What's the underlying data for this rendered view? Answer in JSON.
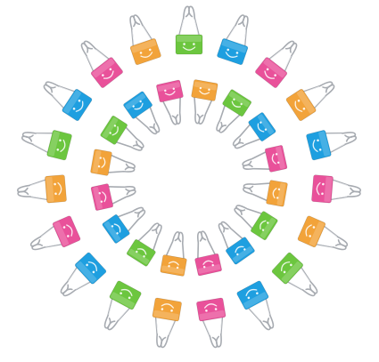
{
  "photo": {
    "subject": "",
    "background": "#ffffff"
  },
  "palette": {
    "pink": "#e9519a",
    "orange": "#f2a33a",
    "blue": "#1e9fe0",
    "green": "#6cc63f"
  },
  "outer_ring": {
    "clips": [
      {
        "color": "green",
        "face": "smile"
      },
      {
        "color": "blue",
        "face": "smile"
      },
      {
        "color": "pink",
        "face": "smile"
      },
      {
        "color": "orange",
        "face": "smile"
      },
      {
        "color": "blue",
        "face": "smile"
      },
      {
        "color": "pink",
        "face": "smile"
      },
      {
        "color": "orange",
        "face": "smile"
      },
      {
        "color": "green",
        "face": "smile"
      },
      {
        "color": "blue",
        "face": "smile"
      },
      {
        "color": "pink",
        "face": "smile"
      },
      {
        "color": "orange",
        "face": "smile"
      },
      {
        "color": "green",
        "face": "smile"
      },
      {
        "color": "blue",
        "face": "smile"
      },
      {
        "color": "pink",
        "face": "smile"
      },
      {
        "color": "orange",
        "face": "smile"
      },
      {
        "color": "green",
        "face": "smile"
      },
      {
        "color": "blue",
        "face": "smile"
      },
      {
        "color": "pink",
        "face": "smile"
      },
      {
        "color": "orange",
        "face": "smile"
      }
    ]
  },
  "inner_ring": {
    "clips": [
      {
        "color": "orange",
        "face": "smile"
      },
      {
        "color": "green",
        "face": "smile"
      },
      {
        "color": "blue",
        "face": "smile"
      },
      {
        "color": "pink",
        "face": "smile"
      },
      {
        "color": "orange",
        "face": "smile"
      },
      {
        "color": "green",
        "face": "smile"
      },
      {
        "color": "blue",
        "face": "smile"
      },
      {
        "color": "pink",
        "face": "smile"
      },
      {
        "color": "orange",
        "face": "smile"
      },
      {
        "color": "green",
        "face": "smile"
      },
      {
        "color": "blue",
        "face": "smile"
      },
      {
        "color": "pink",
        "face": "smile"
      },
      {
        "color": "orange",
        "face": "smile"
      },
      {
        "color": "green",
        "face": "smile"
      },
      {
        "color": "blue",
        "face": "smile"
      },
      {
        "color": "pink",
        "face": "smile"
      }
    ]
  }
}
